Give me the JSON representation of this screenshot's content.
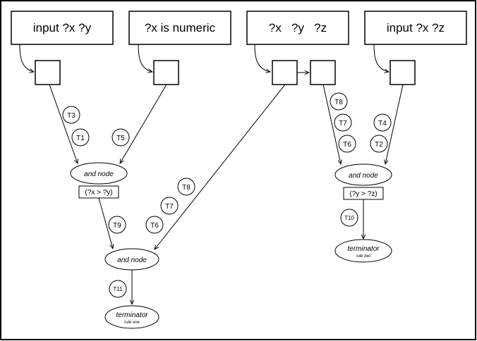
{
  "patterns": [
    {
      "label": "input ?x ?y"
    },
    {
      "label": "?x is numeric"
    },
    {
      "label": "?x   ?y   ?z"
    },
    {
      "label": "input ?x ?z"
    }
  ],
  "and_nodes": [
    {
      "label": "and node",
      "condition": "(?x > ?y)"
    },
    {
      "label": "and node",
      "condition": "(?y > ?z)"
    },
    {
      "label": "and node"
    }
  ],
  "terminators": [
    {
      "label": "terminator",
      "sublabel": "rule one"
    },
    {
      "label": "terminator",
      "sublabel": "rule two"
    }
  ],
  "tokens": [
    "T3",
    "T1",
    "T5",
    "T8",
    "T7",
    "T6",
    "T9",
    "T11",
    "T8",
    "T7",
    "T6",
    "T4",
    "T2",
    "T10"
  ]
}
